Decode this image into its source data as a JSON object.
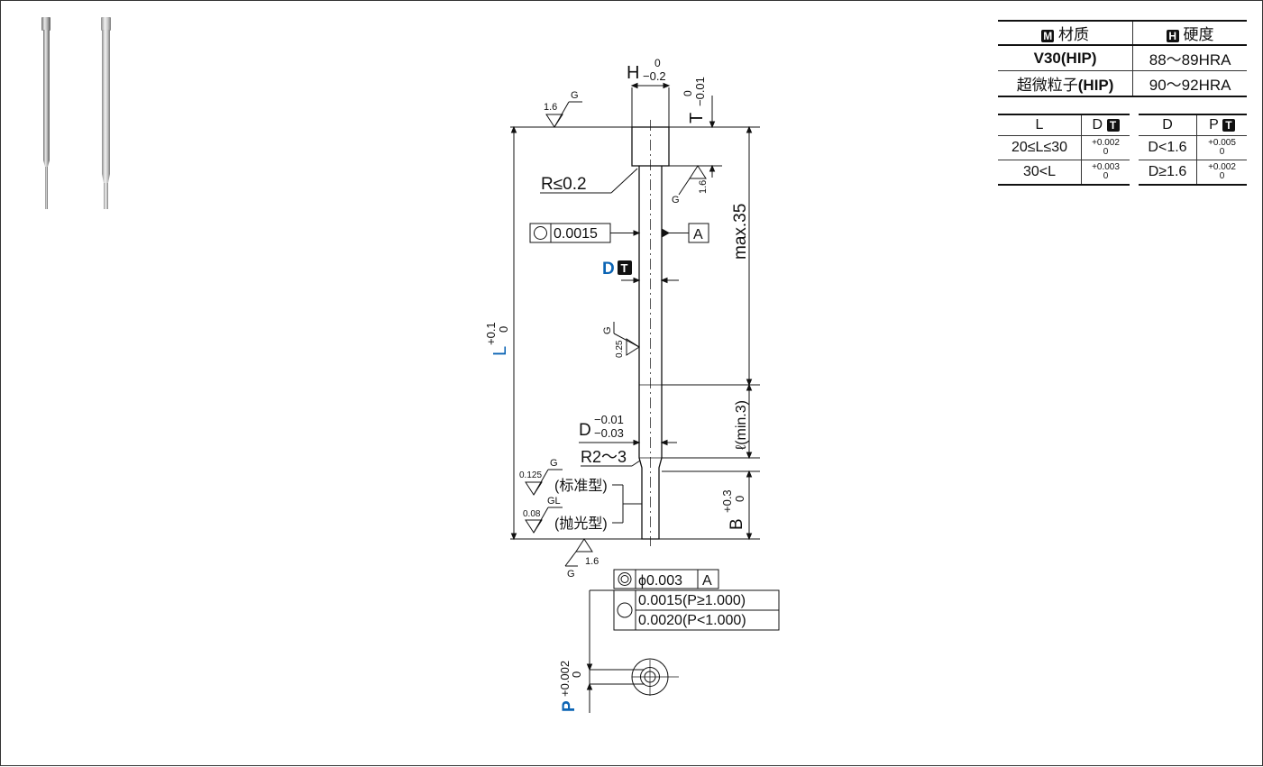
{
  "material_table": {
    "headers": [
      {
        "badge": "M",
        "label": "材质"
      },
      {
        "badge": "H",
        "label": "硬度"
      }
    ],
    "rows": [
      {
        "material": "V30",
        "material_suffix": "(HIP)",
        "hardness": "88～89HRA"
      },
      {
        "material": "超微粒子",
        "material_suffix": "(HIP)",
        "hardness": "90～92HRA"
      }
    ]
  },
  "tol_table_L": {
    "headers": {
      "col1": "L",
      "col2": "D",
      "col2_badge": "T"
    },
    "rows": [
      {
        "range": "20≤L≤30",
        "tol_upper": "+0.002",
        "tol_lower": "0"
      },
      {
        "range": "30<L",
        "tol_upper": "+0.003",
        "tol_lower": "0"
      }
    ]
  },
  "tol_table_D": {
    "headers": {
      "col1": "D",
      "col2": "P",
      "col2_badge": "T"
    },
    "rows": [
      {
        "range": "D<1.6",
        "tol_upper": "+0.005",
        "tol_lower": "0"
      },
      {
        "range": "D≥1.6",
        "tol_upper": "+0.002",
        "tol_lower": "0"
      }
    ]
  },
  "drawing": {
    "H": {
      "label": "H",
      "upper": "0",
      "lower": "−0.2"
    },
    "T": {
      "label": "T",
      "upper": "0",
      "lower": "−0.01"
    },
    "surface_top": {
      "value": "1.6",
      "grade": "G"
    },
    "surface_head": {
      "value": "1.6",
      "grade": "G"
    },
    "radius_head": "R≤0.2",
    "roundness": {
      "value": "0.0015",
      "datum": "A"
    },
    "D_label": "D",
    "D_badge": "T",
    "max_len": "max.35",
    "L": {
      "label": "L",
      "upper": "+0.1",
      "lower": "0"
    },
    "surface_shank": {
      "value": "0.25",
      "grade": "G"
    },
    "ell": "ℓ(min.3)",
    "D_tip": {
      "label": "D",
      "upper": "−0.01",
      "lower": "−0.03"
    },
    "R_transition": "R2～3",
    "B": {
      "label": "B",
      "upper": "+0.3",
      "lower": "0"
    },
    "surface_std": {
      "value": "0.125",
      "grade": "G",
      "note": "(标准型)"
    },
    "surface_pol": {
      "value": "0.08",
      "grade": "GL",
      "note": "(抛光型)"
    },
    "surface_bottom": {
      "value": "1.6",
      "grade": "G"
    },
    "concentric": {
      "value": "ϕ0.003",
      "datum": "A"
    },
    "round_tip": [
      {
        "value": "0.0015(P≥1.000)"
      },
      {
        "value": "0.0020(P<1.000)"
      }
    ],
    "P": {
      "label": "P",
      "upper": "+0.002",
      "lower": "0"
    }
  },
  "colors": {
    "accent_blue": "#0b64b4",
    "line": "#111111"
  }
}
